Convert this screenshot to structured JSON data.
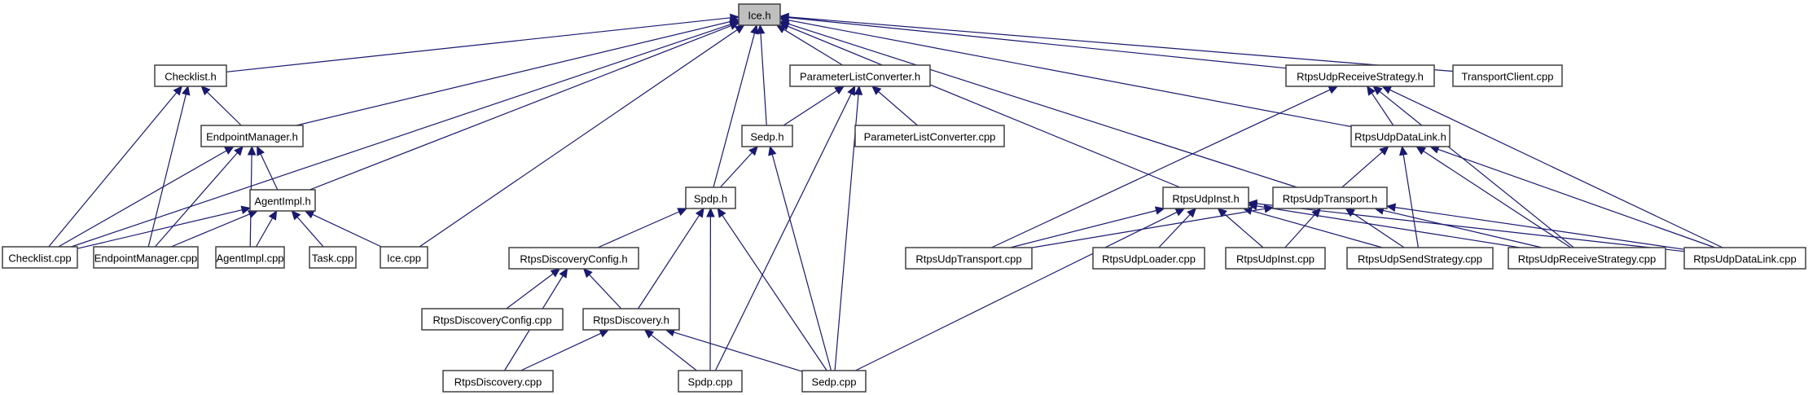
{
  "diagram": {
    "title": "Ice.h include dependency graph",
    "root": "ice_h",
    "colors": {
      "edge": "#191970",
      "node_border": "#404040",
      "node_fill": "#ffffff",
      "root_fill": "#bfbfbf"
    },
    "nodes": [
      {
        "id": "ice_h",
        "label": "Ice.h",
        "root": true
      },
      {
        "id": "checklist_h",
        "label": "Checklist.h"
      },
      {
        "id": "endpointmanager_h",
        "label": "EndpointManager.h"
      },
      {
        "id": "agentimpl_h",
        "label": "AgentImpl.h"
      },
      {
        "id": "checklist_cpp",
        "label": "Checklist.cpp"
      },
      {
        "id": "endpointmanager_cpp",
        "label": "EndpointManager.cpp"
      },
      {
        "id": "agentimpl_cpp",
        "label": "AgentImpl.cpp"
      },
      {
        "id": "task_cpp",
        "label": "Task.cpp"
      },
      {
        "id": "ice_cpp",
        "label": "Ice.cpp"
      },
      {
        "id": "parameterlistconverter_h",
        "label": "ParameterListConverter.h"
      },
      {
        "id": "sedp_h",
        "label": "Sedp.h"
      },
      {
        "id": "parameterlistconverter_cpp",
        "label": "ParameterListConverter.cpp"
      },
      {
        "id": "spdp_h",
        "label": "Spdp.h"
      },
      {
        "id": "rtpsdiscoveryconfig_h",
        "label": "RtpsDiscoveryConfig.h"
      },
      {
        "id": "rtpsdiscoveryconfig_cpp",
        "label": "RtpsDiscoveryConfig.cpp"
      },
      {
        "id": "rtpsdiscovery_h",
        "label": "RtpsDiscovery.h"
      },
      {
        "id": "rtpsdiscovery_cpp",
        "label": "RtpsDiscovery.cpp"
      },
      {
        "id": "spdp_cpp",
        "label": "Spdp.cpp"
      },
      {
        "id": "sedp_cpp",
        "label": "Sedp.cpp"
      },
      {
        "id": "rtpsudpreceivestrategy_h",
        "label": "RtpsUdpReceiveStrategy.h"
      },
      {
        "id": "transportclient_cpp",
        "label": "TransportClient.cpp"
      },
      {
        "id": "rtpsudpdatalink_h",
        "label": "RtpsUdpDataLink.h"
      },
      {
        "id": "rtpsudpinst_h",
        "label": "RtpsUdpInst.h"
      },
      {
        "id": "rtpsudptransport_h",
        "label": "RtpsUdpTransport.h"
      },
      {
        "id": "rtpsudptransport_cpp",
        "label": "RtpsUdpTransport.cpp"
      },
      {
        "id": "rtpsudploader_cpp",
        "label": "RtpsUdpLoader.cpp"
      },
      {
        "id": "rtpsudpinst_cpp",
        "label": "RtpsUdpInst.cpp"
      },
      {
        "id": "rtpsudpsendstrategy_cpp",
        "label": "RtpsUdpSendStrategy.cpp"
      },
      {
        "id": "rtpsudpreceivestrategy_cpp",
        "label": "RtpsUdpReceiveStrategy.cpp"
      },
      {
        "id": "rtpsudpdatalink_cpp",
        "label": "RtpsUdpDataLink.cpp"
      }
    ],
    "edges": [
      {
        "from": "checklist_cpp",
        "to": "ice_h"
      },
      {
        "from": "checklist_h",
        "to": "ice_h"
      },
      {
        "from": "endpointmanager_h",
        "to": "ice_h"
      },
      {
        "from": "agentimpl_h",
        "to": "ice_h"
      },
      {
        "from": "ice_cpp",
        "to": "ice_h"
      },
      {
        "from": "spdp_h",
        "to": "ice_h"
      },
      {
        "from": "sedp_h",
        "to": "ice_h"
      },
      {
        "from": "parameterlistconverter_h",
        "to": "ice_h"
      },
      {
        "from": "rtpsudpinst_h",
        "to": "ice_h"
      },
      {
        "from": "rtpsudptransport_h",
        "to": "ice_h"
      },
      {
        "from": "rtpsudpdatalink_h",
        "to": "ice_h"
      },
      {
        "from": "rtpsudpreceivestrategy_h",
        "to": "ice_h"
      },
      {
        "from": "transportclient_cpp",
        "to": "ice_h"
      },
      {
        "from": "checklist_cpp",
        "to": "checklist_h"
      },
      {
        "from": "endpointmanager_cpp",
        "to": "checklist_h"
      },
      {
        "from": "endpointmanager_h",
        "to": "checklist_h"
      },
      {
        "from": "checklist_cpp",
        "to": "endpointmanager_h"
      },
      {
        "from": "endpointmanager_cpp",
        "to": "endpointmanager_h"
      },
      {
        "from": "agentimpl_cpp",
        "to": "endpointmanager_h"
      },
      {
        "from": "agentimpl_h",
        "to": "endpointmanager_h"
      },
      {
        "from": "checklist_cpp",
        "to": "agentimpl_h"
      },
      {
        "from": "endpointmanager_cpp",
        "to": "agentimpl_h"
      },
      {
        "from": "agentimpl_cpp",
        "to": "agentimpl_h"
      },
      {
        "from": "task_cpp",
        "to": "agentimpl_h"
      },
      {
        "from": "ice_cpp",
        "to": "agentimpl_h"
      },
      {
        "from": "sedp_h",
        "to": "parameterlistconverter_h"
      },
      {
        "from": "spdp_cpp",
        "to": "parameterlistconverter_h"
      },
      {
        "from": "parameterlistconverter_cpp",
        "to": "parameterlistconverter_h"
      },
      {
        "from": "sedp_cpp",
        "to": "parameterlistconverter_h"
      },
      {
        "from": "spdp_h",
        "to": "sedp_h"
      },
      {
        "from": "sedp_cpp",
        "to": "sedp_h"
      },
      {
        "from": "rtpsdiscoveryconfig_h",
        "to": "spdp_h"
      },
      {
        "from": "rtpsdiscovery_h",
        "to": "spdp_h"
      },
      {
        "from": "spdp_cpp",
        "to": "spdp_h"
      },
      {
        "from": "sedp_cpp",
        "to": "spdp_h"
      },
      {
        "from": "rtpsdiscovery_cpp",
        "to": "rtpsdiscoveryconfig_h"
      },
      {
        "from": "rtpsdiscoveryconfig_cpp",
        "to": "rtpsdiscoveryconfig_h"
      },
      {
        "from": "rtpsdiscovery_h",
        "to": "rtpsdiscoveryconfig_h"
      },
      {
        "from": "rtpsdiscovery_cpp",
        "to": "rtpsdiscovery_h"
      },
      {
        "from": "spdp_cpp",
        "to": "rtpsdiscovery_h"
      },
      {
        "from": "sedp_cpp",
        "to": "rtpsdiscovery_h"
      },
      {
        "from": "rtpsudptransport_cpp",
        "to": "rtpsudpreceivestrategy_h"
      },
      {
        "from": "rtpsudpdatalink_h",
        "to": "rtpsudpreceivestrategy_h"
      },
      {
        "from": "rtpsudpreceivestrategy_cpp",
        "to": "rtpsudpreceivestrategy_h"
      },
      {
        "from": "rtpsudpdatalink_cpp",
        "to": "rtpsudpreceivestrategy_h"
      },
      {
        "from": "rtpsudptransport_h",
        "to": "rtpsudpdatalink_h"
      },
      {
        "from": "rtpsudpsendstrategy_cpp",
        "to": "rtpsudpdatalink_h"
      },
      {
        "from": "rtpsudpreceivestrategy_cpp",
        "to": "rtpsudpdatalink_h"
      },
      {
        "from": "rtpsudpdatalink_cpp",
        "to": "rtpsudpdatalink_h"
      },
      {
        "from": "rtpsudptransport_cpp",
        "to": "rtpsudpinst_h"
      },
      {
        "from": "sedp_cpp",
        "to": "rtpsudpinst_h"
      },
      {
        "from": "rtpsudploader_cpp",
        "to": "rtpsudpinst_h"
      },
      {
        "from": "rtpsudpinst_cpp",
        "to": "rtpsudpinst_h"
      },
      {
        "from": "rtpsudpsendstrategy_cpp",
        "to": "rtpsudpinst_h"
      },
      {
        "from": "rtpsudpreceivestrategy_cpp",
        "to": "rtpsudpinst_h"
      },
      {
        "from": "rtpsudpdatalink_cpp",
        "to": "rtpsudpinst_h"
      },
      {
        "from": "rtpsudptransport_cpp",
        "to": "rtpsudptransport_h"
      },
      {
        "from": "rtpsudpinst_cpp",
        "to": "rtpsudptransport_h"
      },
      {
        "from": "rtpsudpsendstrategy_cpp",
        "to": "rtpsudptransport_h"
      },
      {
        "from": "rtpsudpreceivestrategy_cpp",
        "to": "rtpsudptransport_h"
      },
      {
        "from": "rtpsudpdatalink_cpp",
        "to": "rtpsudptransport_h"
      }
    ]
  }
}
